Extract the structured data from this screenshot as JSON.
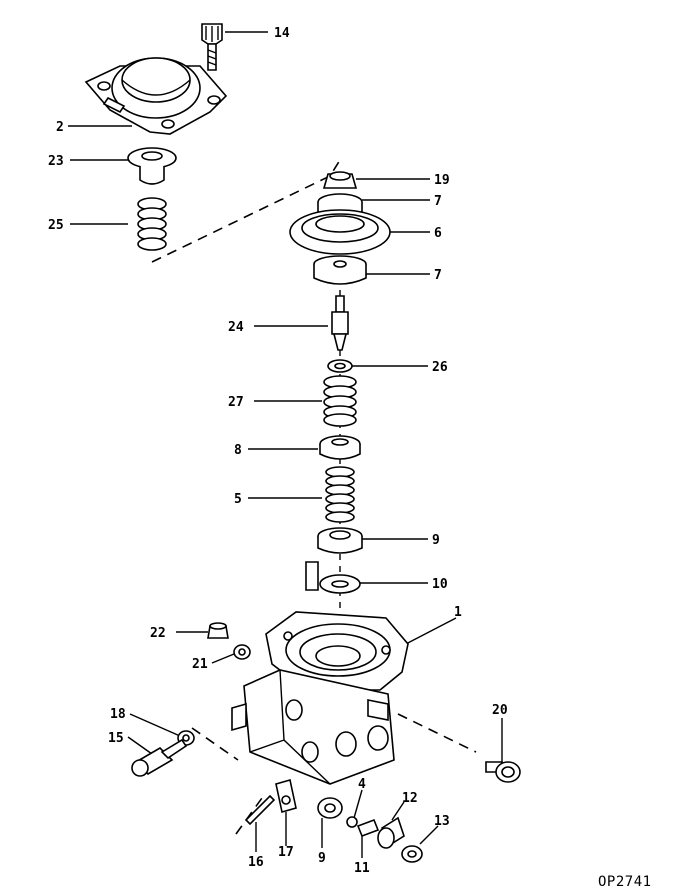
{
  "drawing": {
    "reference_code": "OP2741"
  },
  "callouts": [
    {
      "id": "14",
      "text": "14"
    },
    {
      "id": "2",
      "text": "2"
    },
    {
      "id": "23",
      "text": "23"
    },
    {
      "id": "25",
      "text": "25"
    },
    {
      "id": "19",
      "text": "19"
    },
    {
      "id": "7a",
      "text": "7"
    },
    {
      "id": "6",
      "text": "6"
    },
    {
      "id": "7b",
      "text": "7"
    },
    {
      "id": "24",
      "text": "24"
    },
    {
      "id": "26",
      "text": "26"
    },
    {
      "id": "27",
      "text": "27"
    },
    {
      "id": "8",
      "text": "8"
    },
    {
      "id": "5",
      "text": "5"
    },
    {
      "id": "9a",
      "text": "9"
    },
    {
      "id": "10",
      "text": "10"
    },
    {
      "id": "1",
      "text": "1"
    },
    {
      "id": "22",
      "text": "22"
    },
    {
      "id": "21",
      "text": "21"
    },
    {
      "id": "18",
      "text": "18"
    },
    {
      "id": "15",
      "text": "15"
    },
    {
      "id": "20",
      "text": "20"
    },
    {
      "id": "4",
      "text": "4"
    },
    {
      "id": "12",
      "text": "12"
    },
    {
      "id": "13",
      "text": "13"
    },
    {
      "id": "16",
      "text": "16"
    },
    {
      "id": "17",
      "text": "17"
    },
    {
      "id": "9b",
      "text": "9"
    },
    {
      "id": "11",
      "text": "11"
    }
  ]
}
